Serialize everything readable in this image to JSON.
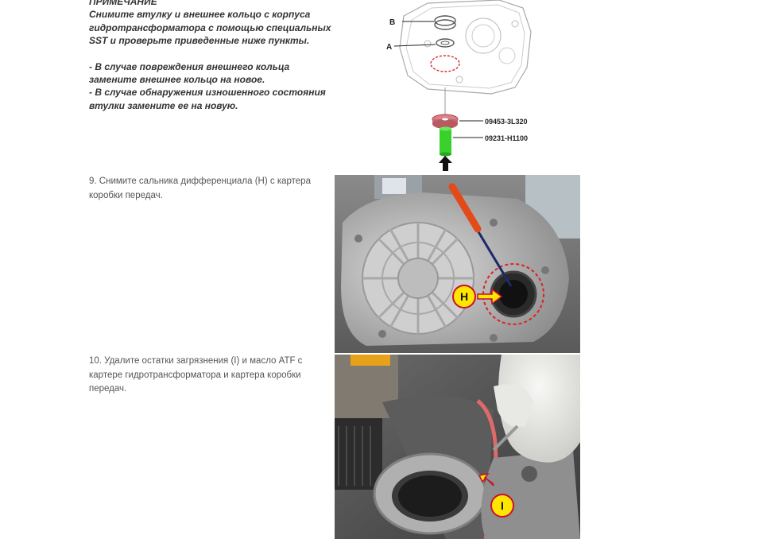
{
  "note": {
    "heading": "ПРИМЕЧАНИЕ",
    "lines": [
      "Снимите втулку и внешнее кольцо с корпуса",
      "гидротрансформатора с помощью специальных",
      "SST и проверьте приведенные ниже пункты.",
      "",
      "- В случае повреждения внешнего кольца",
      "замените внешнее кольцо на новое.",
      "- В случае обнаружения изношенного состояния",
      "втулки замените ее на новую."
    ]
  },
  "diagram": {
    "label_b": "B",
    "label_a": "A",
    "tool_1": "09453-3L320",
    "tool_2": "09231-H1100"
  },
  "steps": [
    {
      "lines": [
        "9. Снимите сальника дифференциала (H) с картера",
        "коробки передач."
      ],
      "marker": "H"
    },
    {
      "lines": [
        "10. Удалите остатки загрязнения (I) и масло ATF с",
        "картере гидротрансформатора и картера коробки",
        "передач."
      ],
      "marker": "I"
    }
  ],
  "colors": {
    "marker_fill": "#ffe600",
    "marker_stroke": "#c8102e",
    "tool_green": "#3ad12c",
    "tool_red": "#d9828a"
  }
}
